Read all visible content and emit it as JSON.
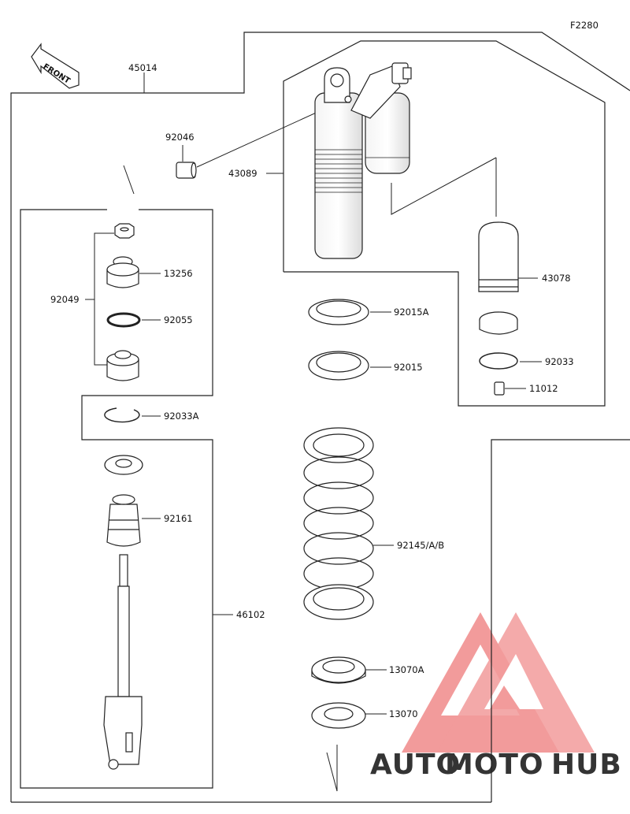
{
  "diagram": {
    "figure_code": "F2280",
    "front_label": "FRONT",
    "parts": {
      "p45014": "45014",
      "p92046": "92046",
      "p43089": "43089",
      "p43078": "43078",
      "p13256": "13256",
      "p92049": "92049",
      "p92055": "92055",
      "p92015A": "92015A",
      "p92015": "92015",
      "p92033": "92033",
      "p11012": "11012",
      "p92033A": "92033A",
      "p92161": "92161",
      "p92145": "92145/A/B",
      "p46102": "46102",
      "p13070A": "13070A",
      "p13070": "13070"
    }
  },
  "watermark": {
    "part1": "AUTO",
    "part2": "MOTO",
    "part3": "HUB",
    "colors": {
      "orange": "#f5a623",
      "red": "#e94b4b",
      "gray": "#555555"
    }
  }
}
